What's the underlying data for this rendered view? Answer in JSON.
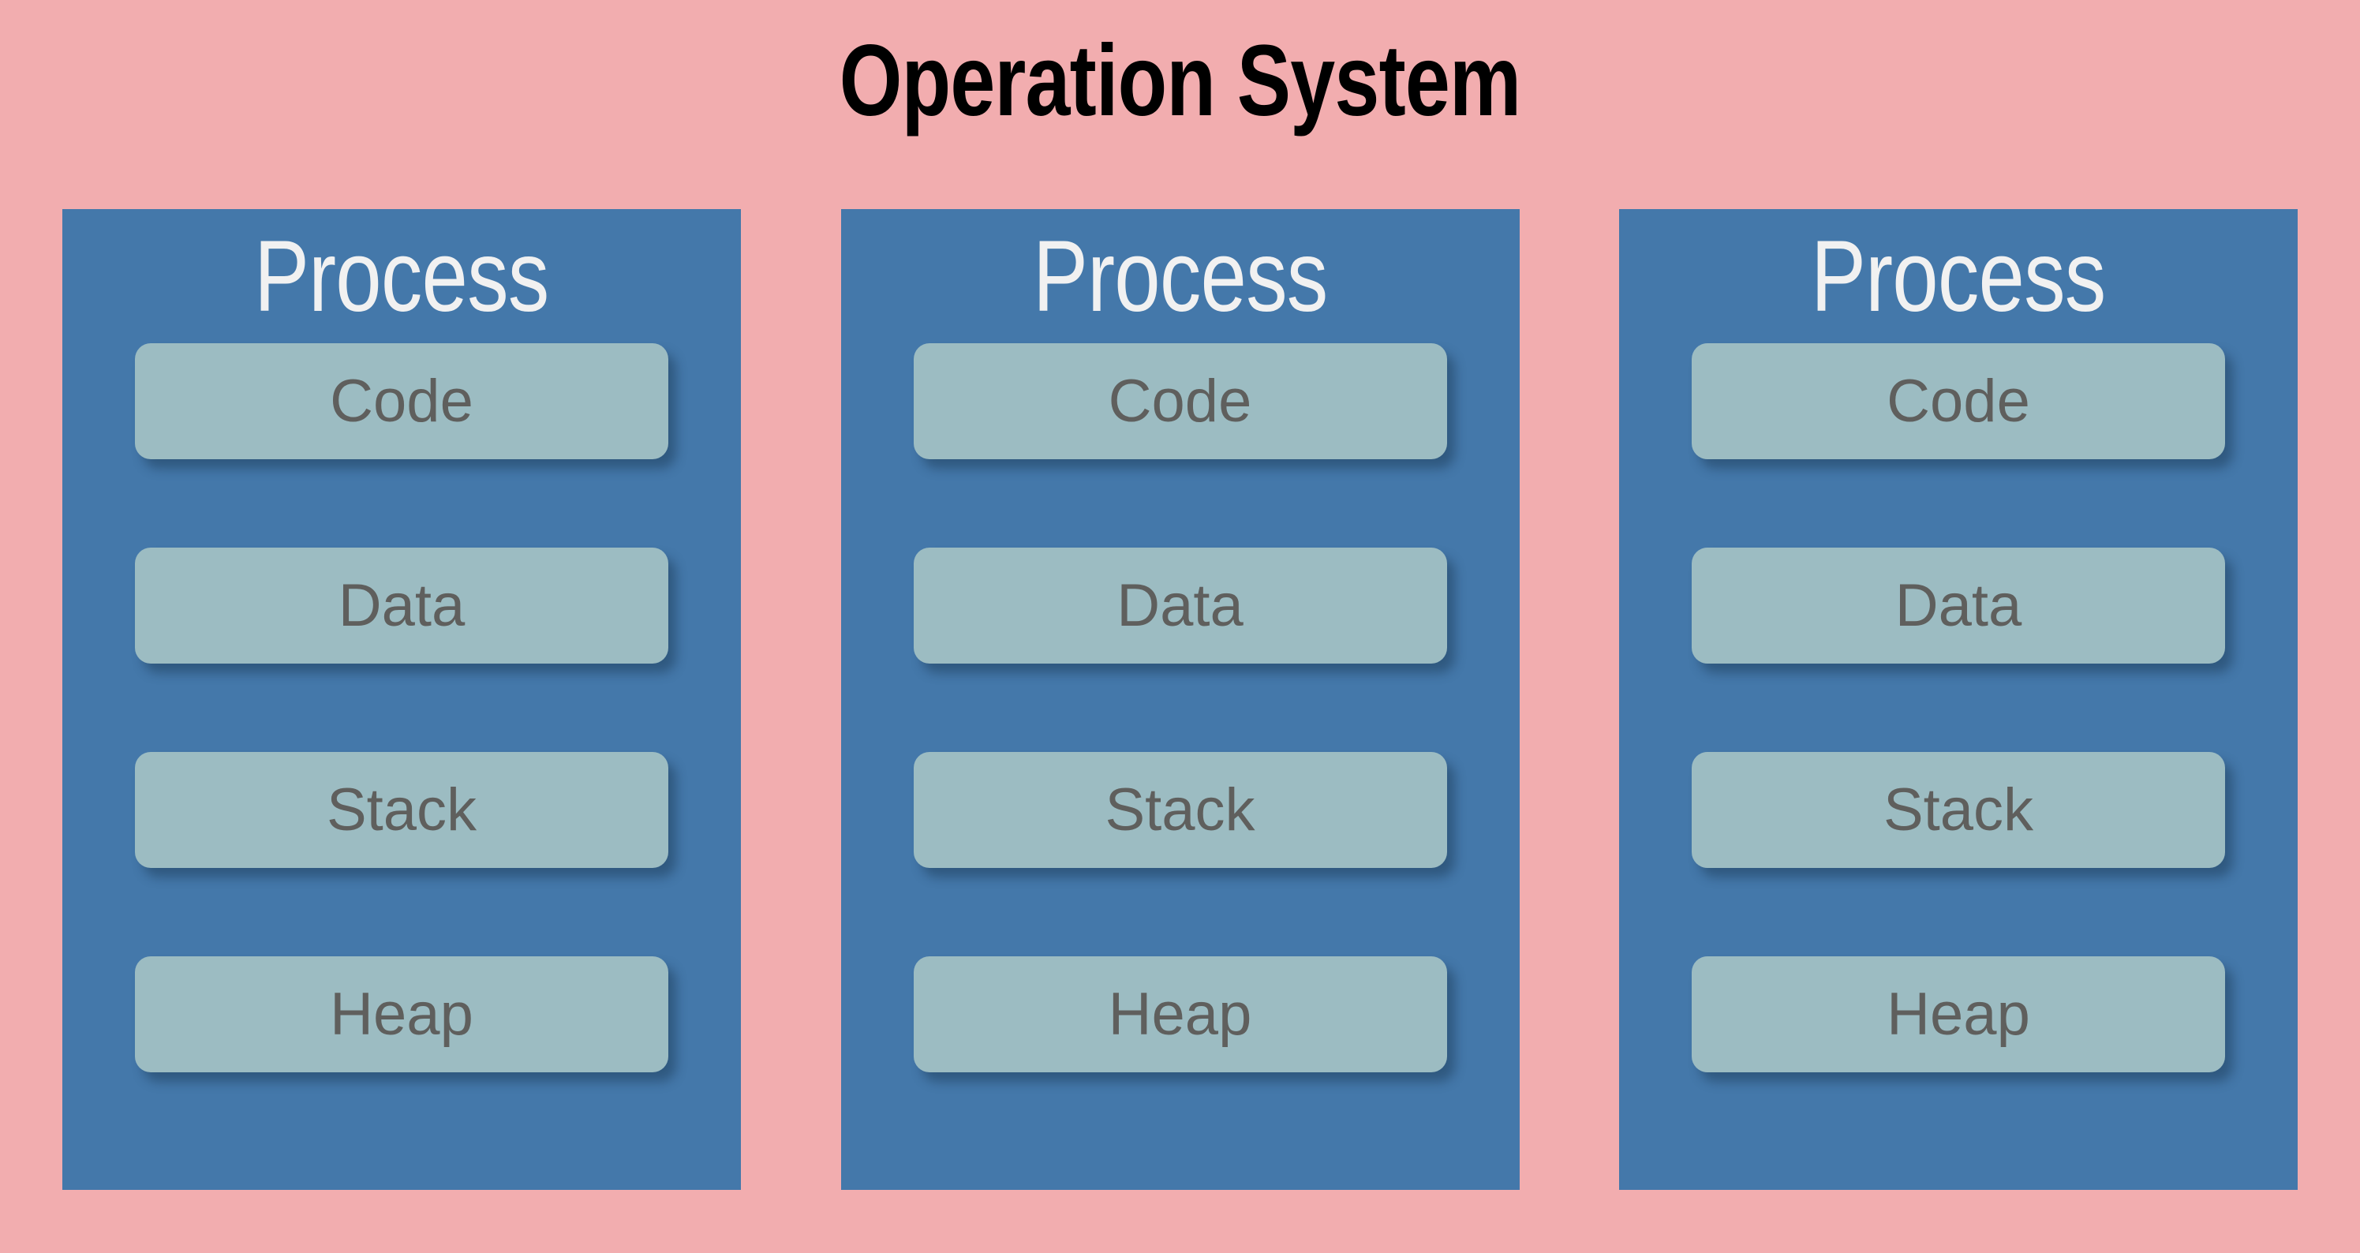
{
  "diagram": {
    "title": "Operation System",
    "background_color": "#f2adaf",
    "title_color": "#000000",
    "process_box_color": "#4478aa",
    "process_title_color": "#f1f1f1",
    "segment_color": "#9cbcc2",
    "segment_label_color": "#5f5f5d",
    "processes": [
      {
        "title": "Process",
        "segments": [
          {
            "label": "Code"
          },
          {
            "label": "Data"
          },
          {
            "label": "Stack"
          },
          {
            "label": "Heap"
          }
        ]
      },
      {
        "title": "Process",
        "segments": [
          {
            "label": "Code"
          },
          {
            "label": "Data"
          },
          {
            "label": "Stack"
          },
          {
            "label": "Heap"
          }
        ]
      },
      {
        "title": "Process",
        "segments": [
          {
            "label": "Code"
          },
          {
            "label": "Data"
          },
          {
            "label": "Stack"
          },
          {
            "label": "Heap"
          }
        ]
      }
    ]
  }
}
